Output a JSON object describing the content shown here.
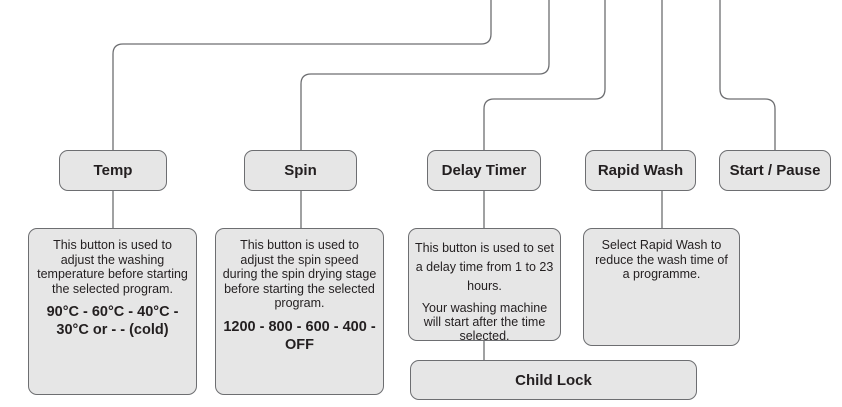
{
  "buttons": {
    "temp": "Temp",
    "spin": "Spin",
    "delay_timer": "Delay Timer",
    "rapid_wash": "Rapid Wash",
    "start_pause": "Start / Pause",
    "child_lock": "Child Lock"
  },
  "descriptions": {
    "temp": {
      "text": "This button is used to adjust the washing temperature before starting the selected program.",
      "values": "90°C - 60°C - 40°C - 30°C or - - (cold)"
    },
    "spin": {
      "text": "This button is used to adjust the spin speed during the spin drying stage before starting the selected program.",
      "values": "1200 - 800 - 600 - 400 - OFF"
    },
    "delay_timer": {
      "text": "This button is used to set a delay time from 1 to 23 hours.",
      "text2": "Your washing machine will start after the time selected."
    },
    "rapid_wash": {
      "text": "Select Rapid Wash to reduce the wash time of a programme."
    }
  },
  "colors": {
    "box_fill": "#e6e6e6",
    "box_border": "#6d6e71",
    "connector_line": "#6d6e71",
    "text": "#231f20"
  }
}
